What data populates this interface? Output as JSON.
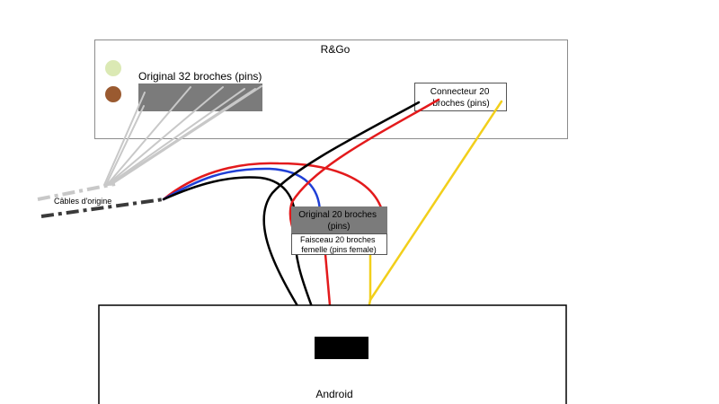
{
  "boxes": {
    "rgo": {
      "label": "R&Go"
    },
    "android": {
      "label": "Android"
    }
  },
  "labels": {
    "original_32": "Original 32 broches (pins)",
    "connecteur_20": [
      "Connecteur 20",
      "broches (pins)"
    ],
    "original_20": [
      "Original 20 broches",
      "(pins)"
    ],
    "faisceau_20": [
      "Faisceau 20 broches",
      "femelle (pins female)"
    ],
    "cables_origine": "Câbles d'origine"
  },
  "colors": {
    "wire_red": "#e31a1c",
    "wire_black": "#000000",
    "wire_blue": "#1f3fd6",
    "wire_yellow": "#f2cf1b",
    "wire_grey": "#c8c8c8",
    "cable_dark": "#3a3a3a",
    "connector_grey": "#7b7b7b",
    "dot_light_green": "#dbe9b4",
    "dot_brown": "#9a5a30"
  }
}
